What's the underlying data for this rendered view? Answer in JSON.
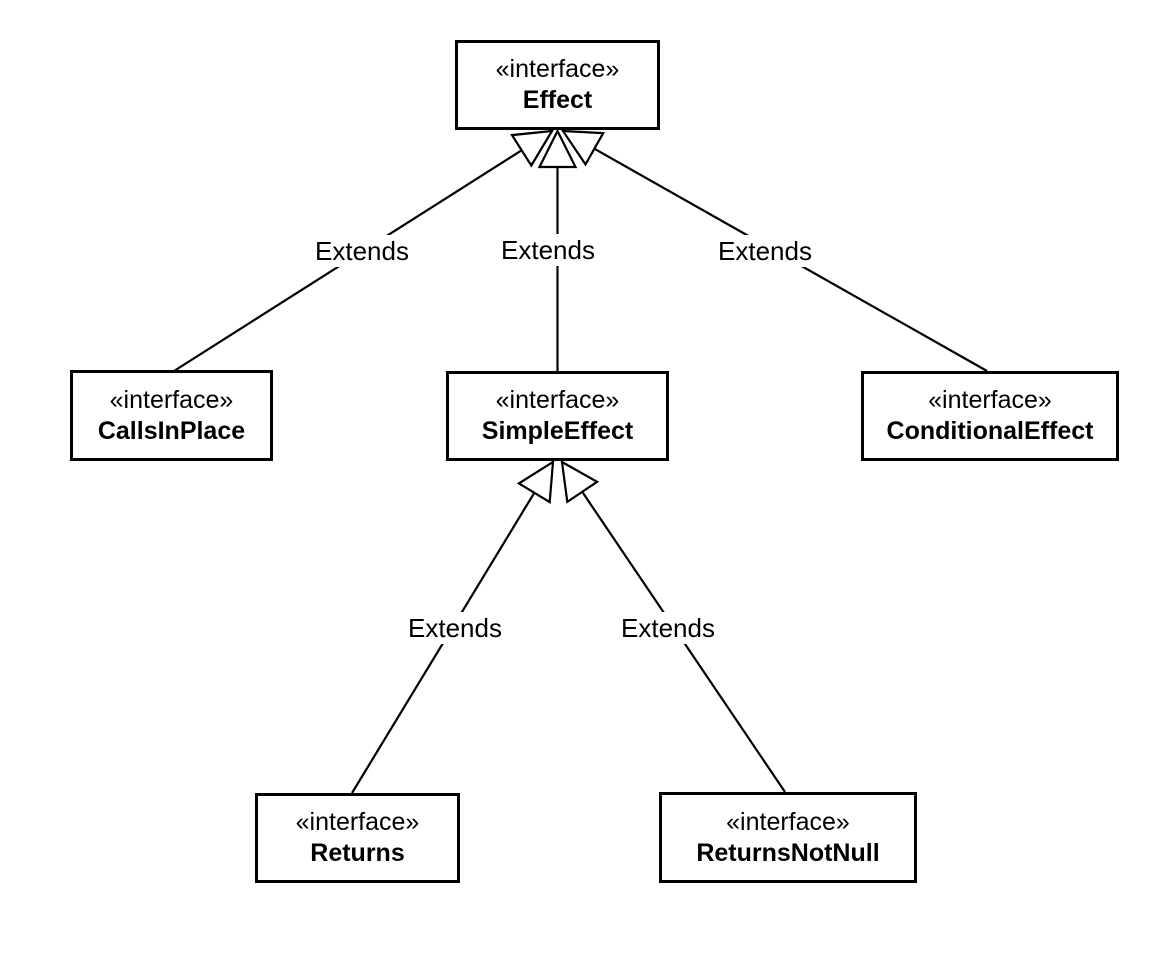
{
  "diagram": {
    "background_color": "#ffffff",
    "stroke_color": "#000000",
    "nodes": [
      {
        "stereotype": "«interface»",
        "name": "Effect"
      },
      {
        "stereotype": "«interface»",
        "name": "CallsInPlace"
      },
      {
        "stereotype": "«interface»",
        "name": "SimpleEffect"
      },
      {
        "stereotype": "«interface»",
        "name": "ConditionalEffect"
      },
      {
        "stereotype": "«interface»",
        "name": "Returns"
      },
      {
        "stereotype": "«interface»",
        "name": "ReturnsNotNull"
      }
    ],
    "edges": [
      {
        "from": "CallsInPlace",
        "to": "Effect",
        "label": "Extends",
        "type": "generalization"
      },
      {
        "from": "SimpleEffect",
        "to": "Effect",
        "label": "Extends",
        "type": "generalization"
      },
      {
        "from": "ConditionalEffect",
        "to": "Effect",
        "label": "Extends",
        "type": "generalization"
      },
      {
        "from": "Returns",
        "to": "SimpleEffect",
        "label": "Extends",
        "type": "generalization"
      },
      {
        "from": "ReturnsNotNull",
        "to": "SimpleEffect",
        "label": "Extends",
        "type": "generalization"
      }
    ]
  }
}
